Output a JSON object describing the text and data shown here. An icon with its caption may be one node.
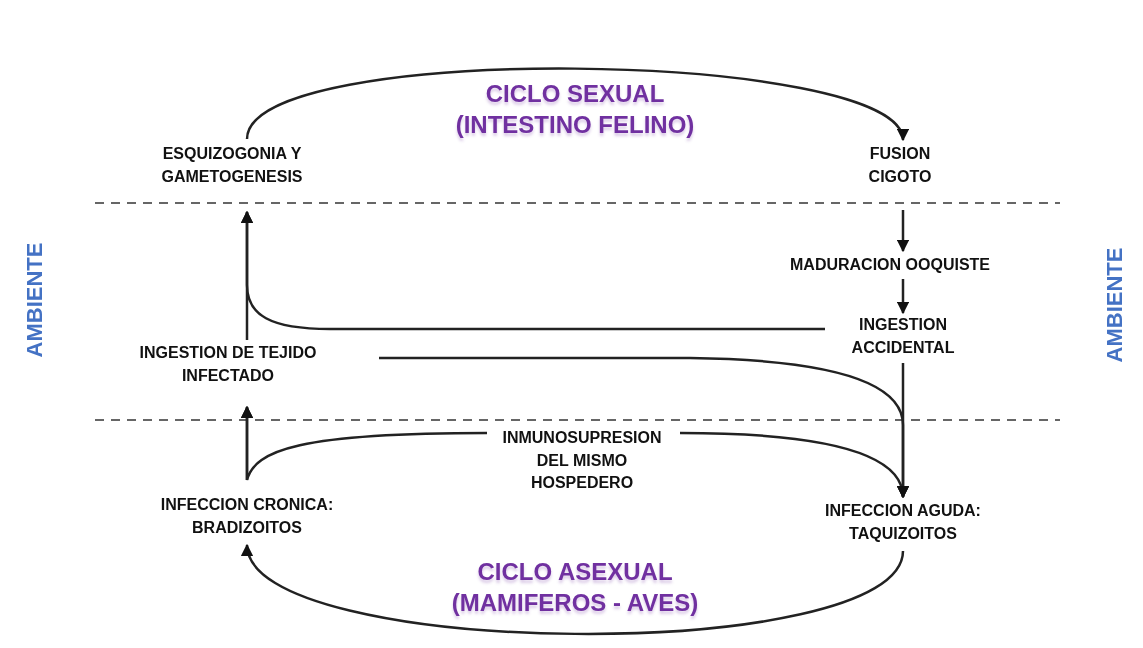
{
  "diagram": {
    "nodes": [
      {
        "text": [
          "ESQUIZOGONIA Y GAMETOGENESIS"
        ]
      },
      {
        "text": [
          "FUSION CIGOTO"
        ]
      },
      {
        "text": [
          "MADURACION OOQUISTE"
        ]
      },
      {
        "text": [
          "INGESTION ACCIDENTAL"
        ]
      },
      {
        "text": [
          "INGESTION DE TEJIDO INFECTADO"
        ]
      },
      {
        "text": [
          "INMUNOSUPRESION DEL MISMO HOSPEDERO"
        ]
      },
      {
        "text": [
          "INFECCION CRONICA: BRADIZOITOS"
        ]
      },
      {
        "text": [
          "INFECCION AGUDA: TAQUIZOITOS"
        ]
      }
    ],
    "edges": [
      {
        "from": 0,
        "to": 1,
        "arrow": "to"
      },
      {
        "from": 1,
        "to": 2,
        "arrow": "to"
      },
      {
        "from": 2,
        "to": 3,
        "arrow": "to"
      },
      {
        "from": 3,
        "to": 0,
        "arrow": "to"
      },
      {
        "from": 4,
        "to": 0,
        "arrow": "to"
      },
      {
        "from": 3,
        "to": 7,
        "arrow": "to"
      },
      {
        "from": 4,
        "to": 7,
        "arrow": "to"
      },
      {
        "from": 5,
        "to": 7,
        "arrow": "to"
      },
      {
        "from": 6,
        "to": 4,
        "arrow": "to"
      },
      {
        "from": 5,
        "to": 4,
        "arrow": "to"
      },
      {
        "from": 7,
        "to": 6,
        "arrow": "to"
      }
    ],
    "labels": [
      "CICLO SEXUAL (INTESTINO FELINO)",
      "AMBIENTE",
      "AMBIENTE",
      "CICLO ASEXUAL (MAMIFEROS - AVES)"
    ]
  }
}
